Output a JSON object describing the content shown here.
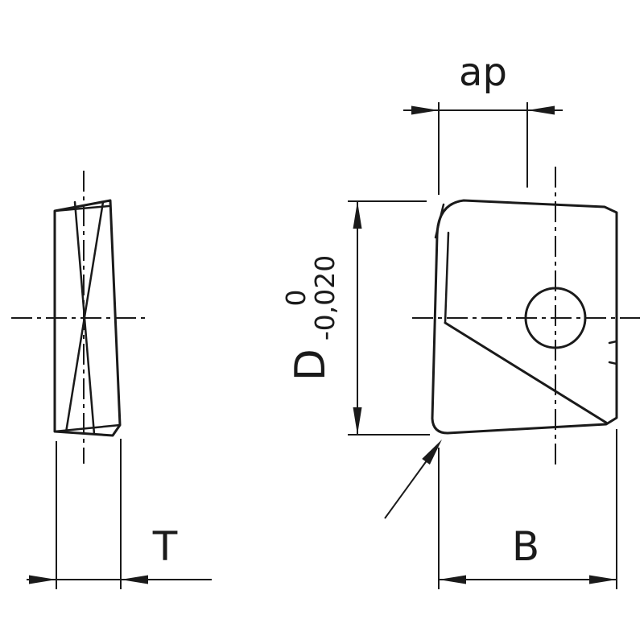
{
  "colors": {
    "ink": "#1a1a1a",
    "background": "#ffffff"
  },
  "labels": {
    "ap": "ap",
    "dimension_d": "D",
    "tolerance_upper": "0",
    "tolerance_lower": "-0,020",
    "dimension_t": "T",
    "dimension_b": "B"
  }
}
